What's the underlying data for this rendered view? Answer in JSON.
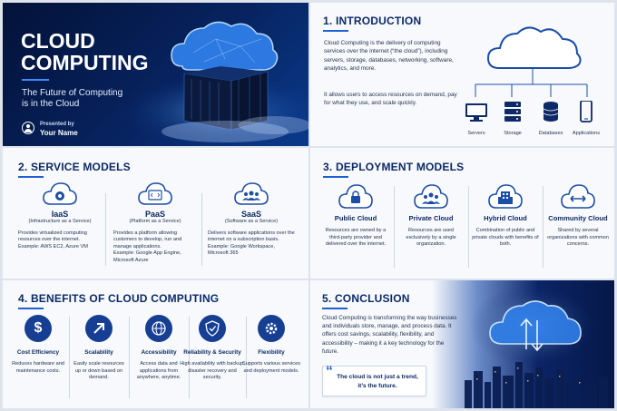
{
  "colors": {
    "navy": "#0d2a66",
    "accent": "#1f5fd1",
    "dark_bg": "#061a45"
  },
  "title_slide": {
    "title_line1": "CLOUD",
    "title_line2": "COMPUTING",
    "subtitle_line1": "The Future of Computing",
    "subtitle_line2": "is in the Cloud",
    "presented_by": "Presented by",
    "presenter": "Your Name"
  },
  "introduction": {
    "header": "1. INTRODUCTION",
    "para1": "Cloud Computing is the delivery of computing services over the internet (“the cloud”), including servers, storage, databases, networking, software, analytics, and more.",
    "para2": "It allows users to access resources on demand, pay for what they use, and scale quickly.",
    "resources": [
      {
        "label": "Servers",
        "icon": "monitor-icon"
      },
      {
        "label": "Storage",
        "icon": "server-stack-icon"
      },
      {
        "label": "Databases",
        "icon": "database-icon"
      },
      {
        "label": "Applications",
        "icon": "phone-icon"
      }
    ]
  },
  "service_models": {
    "header": "2. SERVICE MODELS",
    "items": [
      {
        "name": "IaaS",
        "sub": "(Infrastructure as a Service)",
        "desc": "Provides virtualized computing resources over the internet.",
        "example": "Example: AWS EC2, Azure VM",
        "icon": "gear-icon"
      },
      {
        "name": "PaaS",
        "sub": "(Platform as a Service)",
        "desc": "Provides a platform allowing customers to develop, run and manage applications.",
        "example": "Example: Google App Engine, Microsoft Azure",
        "icon": "code-window-icon"
      },
      {
        "name": "SaaS",
        "sub": "(Software as a Service)",
        "desc": "Delivers software applications over the internet on a subscription basis.",
        "example": "Example: Google Workspace, Microsoft 365",
        "icon": "users-icon"
      }
    ]
  },
  "deployment_models": {
    "header": "3. DEPLOYMENT MODELS",
    "items": [
      {
        "name": "Public Cloud",
        "desc": "Resources are owned by a third-party provider and delivered over the internet.",
        "icon": "lock-icon"
      },
      {
        "name": "Private Cloud",
        "desc": "Resources are used exclusively by a single organization.",
        "icon": "group-icon"
      },
      {
        "name": "Hybrid Cloud",
        "desc": "Combination of public and private clouds with benefits of both.",
        "icon": "building-icon"
      },
      {
        "name": "Community Cloud",
        "desc": "Shared by several organizations with common concerns.",
        "icon": "arrows-icon"
      }
    ]
  },
  "benefits": {
    "header": "4. BENEFITS OF CLOUD COMPUTING",
    "items": [
      {
        "name": "Cost Efficiency",
        "desc": "Reduces hardware and maintenance costs.",
        "icon": "dollar-icon"
      },
      {
        "name": "Scalability",
        "desc": "Easily scale resources up or down based on demand.",
        "icon": "arrow-up-right-icon"
      },
      {
        "name": "Accessibility",
        "desc": "Access data and applications from anywhere, anytime.",
        "icon": "globe-icon"
      },
      {
        "name": "Reliability & Security",
        "desc": "High availability with backup, disaster recovery and security.",
        "icon": "shield-icon"
      },
      {
        "name": "Flexibility",
        "desc": "Supports various services and deployment models.",
        "icon": "gear-icon"
      }
    ]
  },
  "conclusion": {
    "header": "5. CONCLUSION",
    "text": "Cloud Computing is transforming the way businesses and individuals store, manage, and process data. It offers cost savings, scalability, flexibility, and accessibility – making it a key technology for the future.",
    "quote_line1": "The cloud is not just a trend,",
    "quote_line2": "it’s the future."
  }
}
